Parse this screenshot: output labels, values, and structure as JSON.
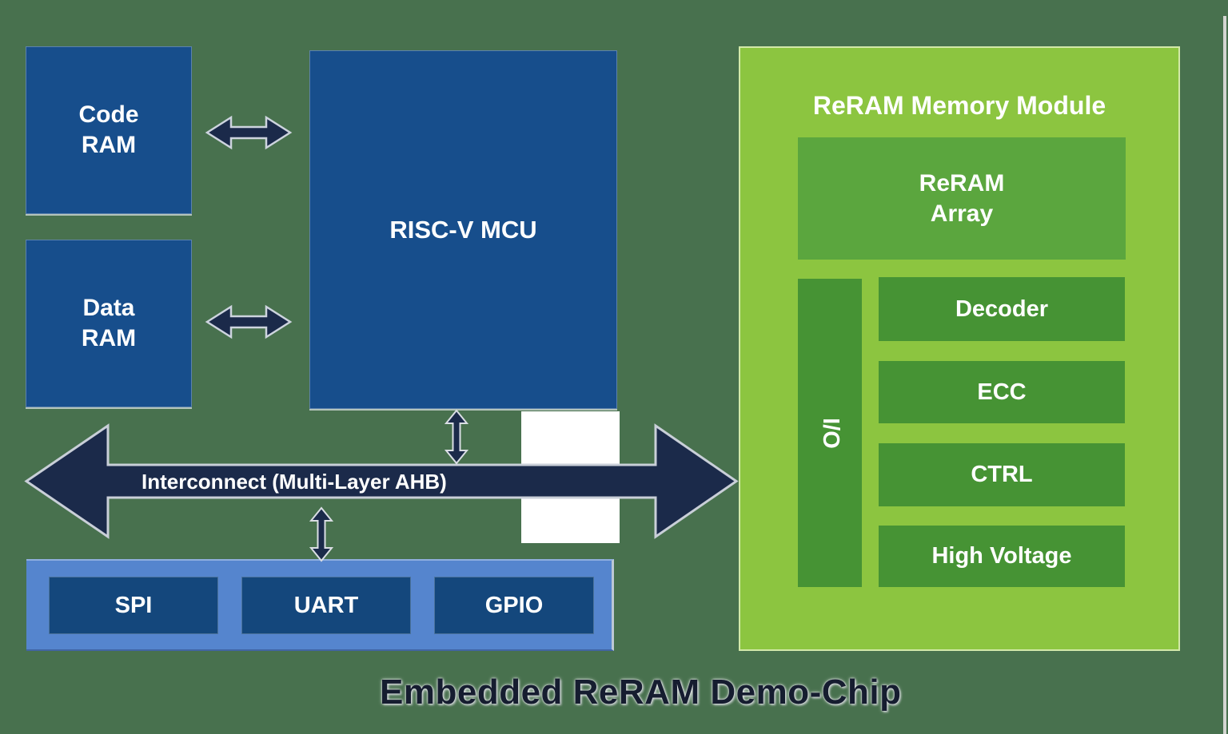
{
  "diagram": {
    "caption": "Embedded ReRAM Demo-Chip",
    "blocks": {
      "code_ram": "Code\nRAM",
      "data_ram": "Data\nRAM",
      "mcu": "RISC-V MCU",
      "interconnect": "Interconnect (Multi-Layer AHB)"
    },
    "peripherals": {
      "items": [
        "SPI",
        "UART",
        "GPIO"
      ]
    },
    "reram_module": {
      "title": "ReRAM Memory Module",
      "array": "ReRAM\nArray",
      "io": "I/O",
      "blocks": [
        "Decoder",
        "ECC",
        "CTRL",
        "High Voltage"
      ]
    },
    "colors": {
      "background": "#48714E",
      "dark_blue_box": "#174E8C",
      "peripheral_container": "#5585CE",
      "peripheral_box": "#14477C",
      "arrow_navy": "#1B2A4A",
      "module_green": "#8CC540",
      "array_green": "#5BA63E",
      "inner_green": "#469334",
      "label_text": "#FFFFFF",
      "caption_text": "#161D30"
    }
  }
}
